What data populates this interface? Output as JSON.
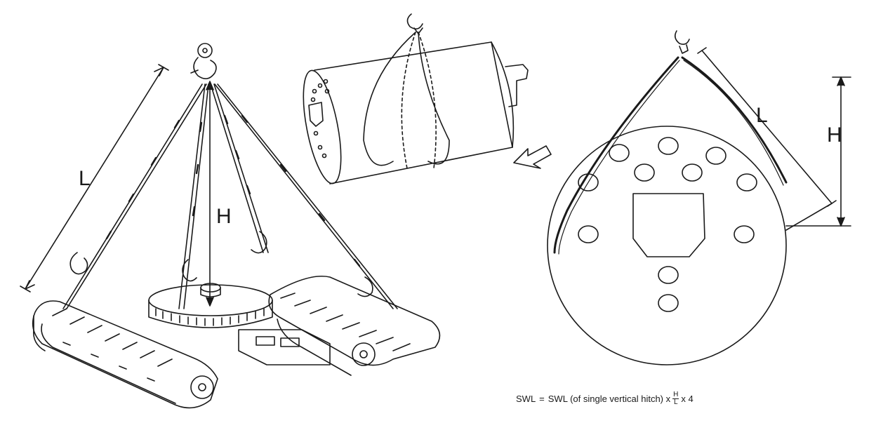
{
  "labels": {
    "left_sling_length": "L",
    "left_height": "H",
    "right_sling_length": "L",
    "right_height": "H"
  },
  "formula": {
    "lhs": "SWL",
    "eq": "=",
    "rhs_start": "SWL (of single vertical hitch) x",
    "frac_num": "H",
    "frac_den": "L",
    "rhs_end": "x 4"
  },
  "colors": {
    "ink": "#1a1a1a",
    "paper": "#ffffff"
  }
}
